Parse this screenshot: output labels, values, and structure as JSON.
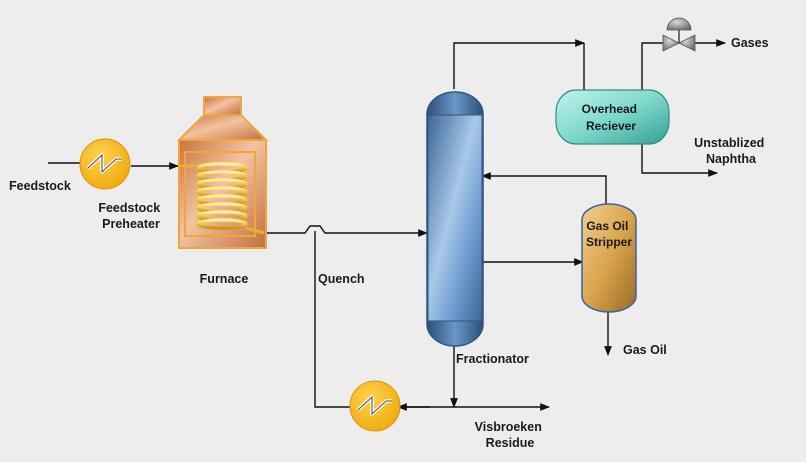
{
  "labels": {
    "feedstock": "Feedstock",
    "preheater_line1": "Feedstock",
    "preheater_line2": "Preheater",
    "furnace": "Furnace",
    "quench": "Quench",
    "fractionator": "Fractionator",
    "overhead_line1": "Overhead",
    "overhead_line2": "Reciever",
    "gases": "Gases",
    "naphtha_line1": "Unstablized",
    "naphtha_line2": "Naphtha",
    "stripper_line1": "Gas Oil",
    "stripper_line2": "Stripper",
    "gas_oil": "Gas Oil",
    "residue_line1": "Visbroeken",
    "residue_line2": "Residue"
  },
  "colors": {
    "background": "#ededed",
    "heat_exchanger": "#f5b41a",
    "furnace": "#e8a272",
    "furnace_coil": "#f4c843",
    "column": "#6e9ccf",
    "receiver": "#7fd8cc",
    "stripper": "#d9a54e",
    "valve": "#9a9a9a"
  }
}
